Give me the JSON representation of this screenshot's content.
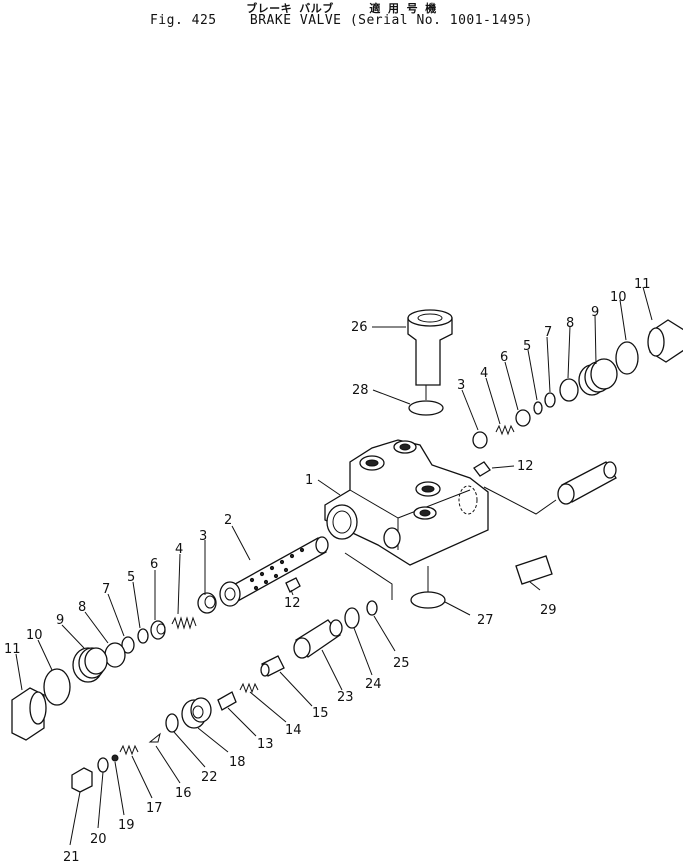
{
  "header": {
    "title_jp": "ブレーキ バルブ     適 用 号 機",
    "title_en": "Fig. 425    BRAKE VALVE (Serial No. 1001-1495)"
  },
  "callouts": [
    "1",
    "2",
    "3",
    "4",
    "5",
    "6",
    "7",
    "8",
    "9",
    "10",
    "11",
    "12",
    "13",
    "14",
    "15",
    "16",
    "17",
    "18",
    "19",
    "20",
    "21",
    "22",
    "23",
    "24",
    "25",
    "26",
    "27",
    "28",
    "29"
  ],
  "callouts_right": [
    "3",
    "4",
    "5",
    "6",
    "7",
    "8",
    "9",
    "10",
    "11",
    "12"
  ]
}
